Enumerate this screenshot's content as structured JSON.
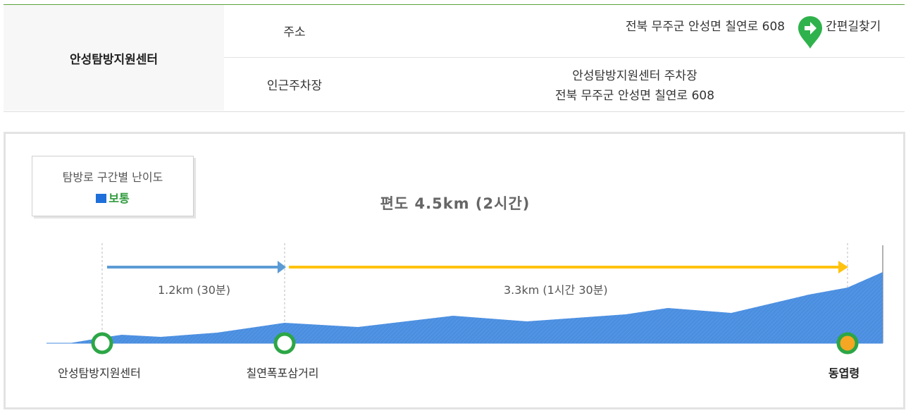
{
  "info": {
    "center_name": "안성탐방지원센터",
    "address_label": "주소",
    "address": "전북 무주군 안성면 칠연로 608",
    "route_link_label": "간편길찾기",
    "parking_label": "인근주차장",
    "parking_name": "안성탐방지원센터 주차장",
    "parking_address": "전북 무주군 안성면 칠연로 608"
  },
  "course": {
    "legend": {
      "title": "탐방로 구간별 난이도",
      "level": "보통",
      "level_color": "#1e6fd9"
    },
    "summary": "편도 4.5km (2시간)",
    "segments": [
      {
        "label": "1.2km (30분)",
        "color": "#5b9bd5"
      },
      {
        "label": "3.3km (1시간 30분)",
        "color": "#ffc20e"
      }
    ],
    "stops": [
      {
        "name": "안성탐방지원센터",
        "type": "start"
      },
      {
        "name": "칠연폭포삼거리",
        "type": "waypoint"
      },
      {
        "name": "동엽령",
        "type": "end"
      }
    ],
    "colors": {
      "profile_fill": "#4a8ee0",
      "marker_ring": "#2ca646",
      "end_marker_fill": "#f5a623"
    }
  }
}
